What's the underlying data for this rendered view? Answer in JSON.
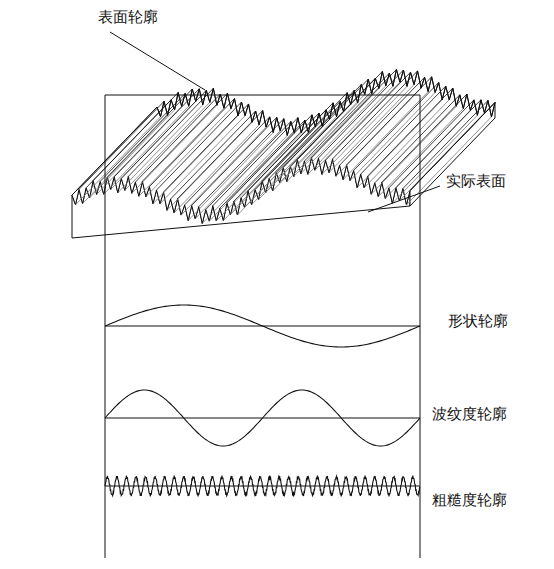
{
  "diagram": {
    "labels": [
      "表面轮廓",
      "实际表面",
      "形状轮廓",
      "波纹度轮廓",
      "粗糙度轮廓"
    ]
  }
}
